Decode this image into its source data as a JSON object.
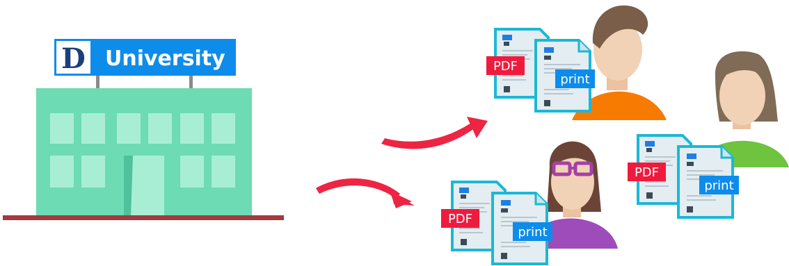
{
  "building": {
    "sign_text": "University",
    "logo_letter": "D"
  },
  "recipients": [
    {
      "name": "man-orange-shirt",
      "pdf_label": "PDF",
      "print_label": "print"
    },
    {
      "name": "woman-purple-shirt-glasses",
      "pdf_label": "PDF",
      "print_label": "print"
    },
    {
      "name": "woman-green-shirt",
      "pdf_label": "PDF",
      "print_label": "print"
    }
  ],
  "colors": {
    "building": "#6ddbb3",
    "window": "#a8eed5",
    "door_shadow": "#4fc19c",
    "ground": "#a23a3e",
    "sign_bg": "#0d8ceb",
    "arrow": "#ee2443",
    "pdf_badge": "#ee1b3e",
    "print_badge": "#0d8ceb",
    "doc_border": "#1bb8d6",
    "doc_paper": "#e4edf1",
    "skin": "#f1d2b6",
    "hair_man": "#7a5e4a",
    "hair_woman_green": "#806b56",
    "hair_woman_purple": "#6b4437",
    "glasses": "#a63fa6",
    "shirt_orange": "#f77b00",
    "shirt_purple": "#9e4cba",
    "shirt_green": "#6ec33f"
  }
}
